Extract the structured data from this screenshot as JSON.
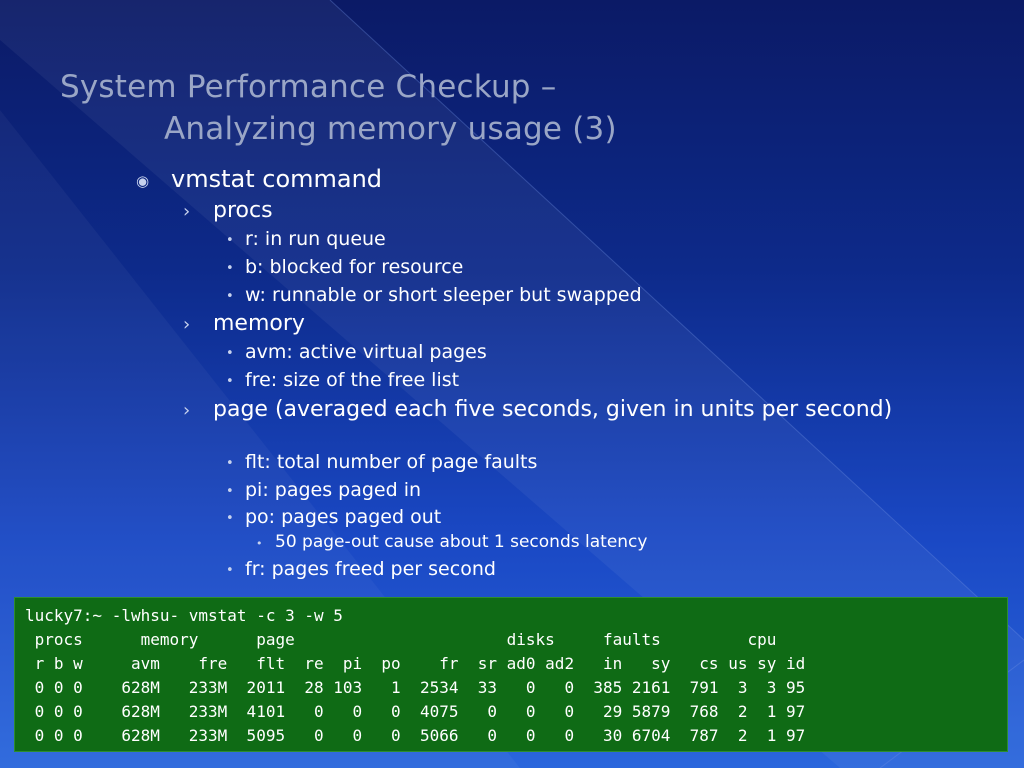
{
  "slide": {
    "title_line1": "System Performance Checkup –",
    "title_line2": "Analyzing memory usage (3)",
    "bullets": {
      "l1": "vmstat command",
      "procs": "procs",
      "procs_items": [
        "r: in run queue",
        "b: blocked for resource",
        "w: runnable or short sleeper but swapped"
      ],
      "memory": "memory",
      "memory_items": [
        "avm: active virtual pages",
        "fre: size of the free list"
      ],
      "page": "page (averaged each five seconds, given in units per second)",
      "page_items": [
        "flt: total number of page faults",
        "pi: pages paged in",
        "po: pages paged out"
      ],
      "page_sub": "50 page-out cause about 1 seconds latency",
      "page_last": "fr: pages freed per second"
    },
    "markers": {
      "l1": "◉",
      "l2": "›",
      "l3": "•",
      "l4": "•"
    },
    "console": {
      "lines": [
        "lucky7:~ -lwhsu- vmstat -c 3 -w 5",
        " procs      memory      page                      disks     faults         cpu",
        " r b w     avm    fre   flt  re  pi  po    fr  sr ad0 ad2   in   sy   cs us sy id",
        " 0 0 0    628M   233M  2011  28 103   1  2534  33   0   0  385 2161  791  3  3 95",
        " 0 0 0    628M   233M  4101   0   0   0  4075   0   0   0   29 5879  768  2  1 97",
        " 0 0 0    628M   233M  5095   0   0   0  5066   0   0   0   30 6704  787  2  1 97"
      ]
    },
    "colors": {
      "title": "#9aa6c6",
      "console_bg": "#0f6b15",
      "text": "#ffffff"
    }
  }
}
